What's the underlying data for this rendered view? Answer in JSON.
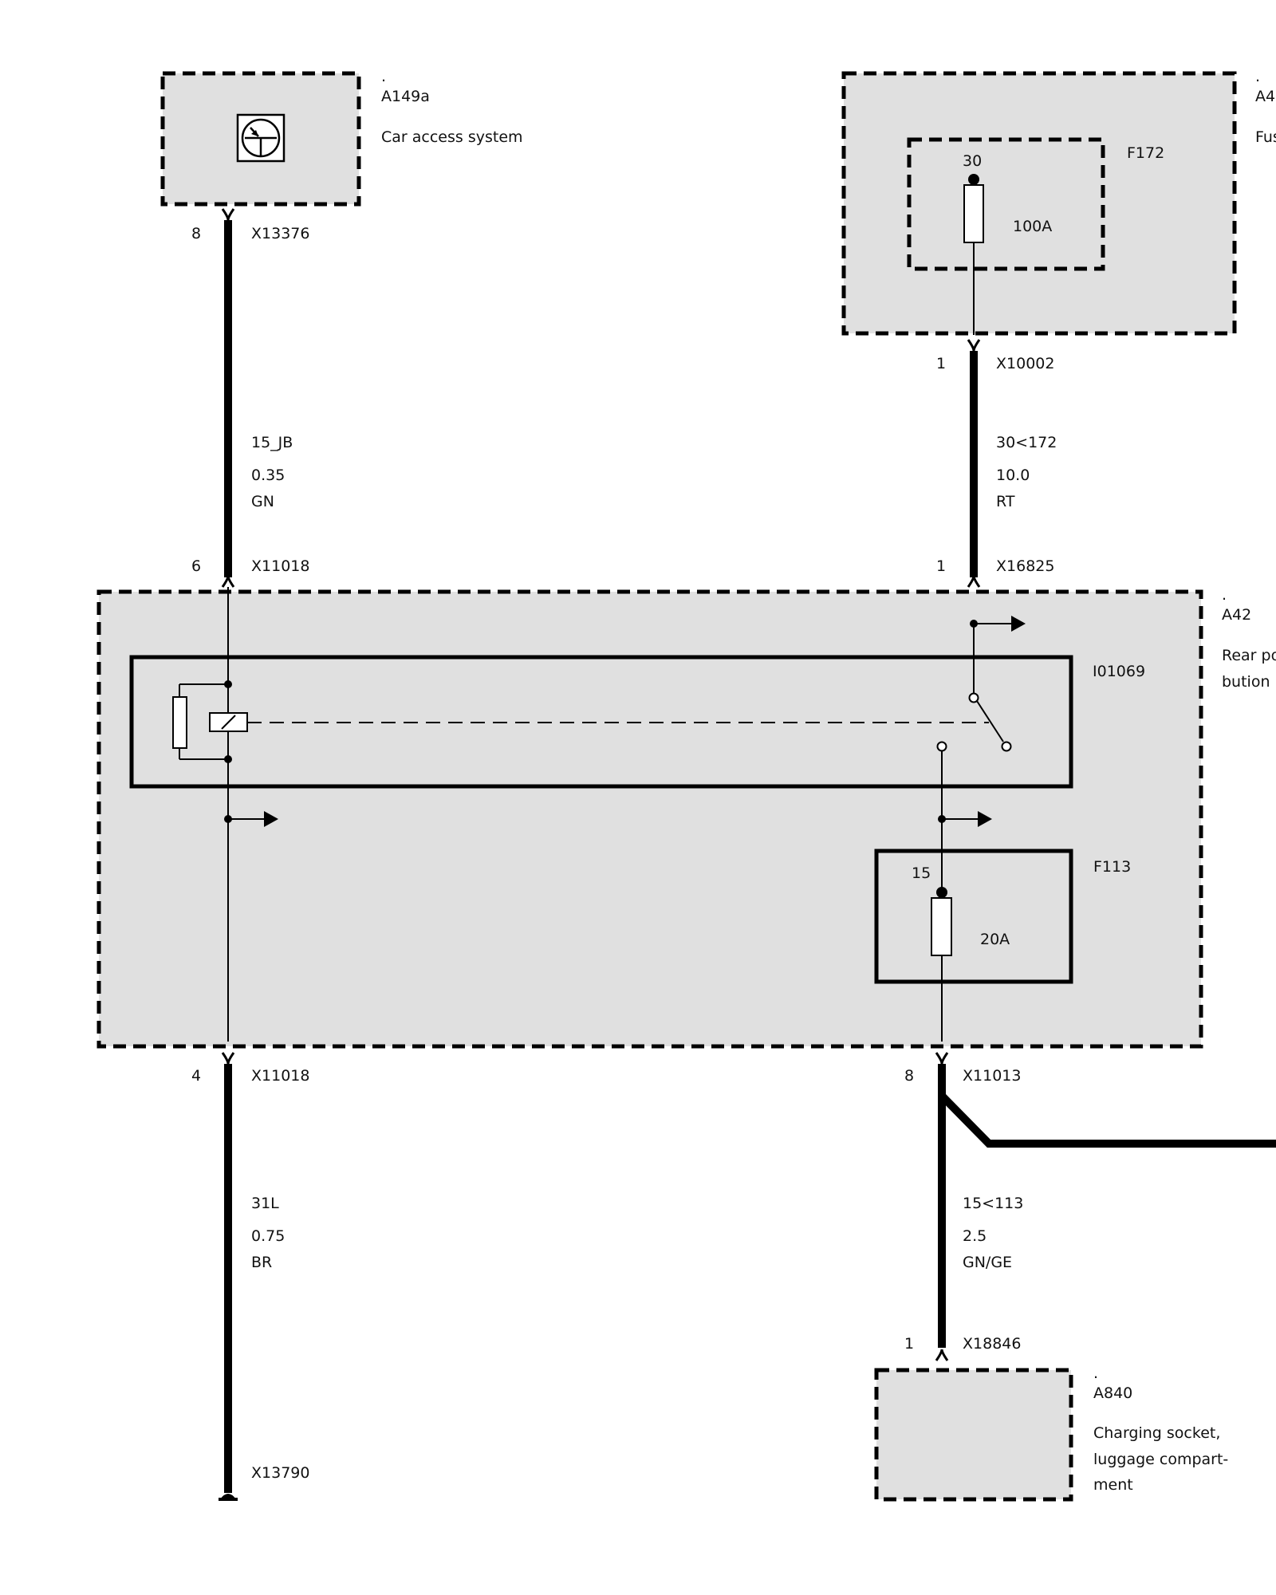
{
  "components": {
    "a149a": {
      "dot": ".",
      "id": "A149a",
      "name": "Car access system"
    },
    "a4x": {
      "dot": ".",
      "id": "A4",
      "name": "Fus"
    },
    "f172": {
      "id": "F172",
      "terminal": "30",
      "rating": "100A"
    },
    "a42": {
      "dot": ".",
      "id": "A42",
      "name_line1": "Rear po",
      "name_line2": "bution l"
    },
    "i01069": {
      "id": "I01069"
    },
    "f113": {
      "id": "F113",
      "terminal": "15",
      "rating": "20A"
    },
    "a840": {
      "dot": ".",
      "id": "A840",
      "name_line1": "Charging socket,",
      "name_line2": "luggage compart-",
      "name_line3": "ment"
    }
  },
  "connectors": {
    "x13376": {
      "pin": "8",
      "id": "X13376"
    },
    "x10002": {
      "pin": "1",
      "id": "X10002"
    },
    "x11018_top": {
      "pin": "6",
      "id": "X11018"
    },
    "x16825": {
      "pin": "1",
      "id": "X16825"
    },
    "x11018_bottom": {
      "pin": "4",
      "id": "X11018"
    },
    "x11013": {
      "pin": "8",
      "id": "X11013"
    },
    "x18846": {
      "pin": "1",
      "id": "X18846"
    },
    "x13790": {
      "id": "X13790"
    }
  },
  "wires": {
    "w15jb": {
      "signal": "15_JB",
      "gauge": "0.35",
      "color": "GN"
    },
    "w30_172": {
      "signal": "30<172",
      "gauge": "10.0",
      "color": "RT"
    },
    "w31l": {
      "signal": "31L",
      "gauge": "0.75",
      "color": "BR"
    },
    "w15_113": {
      "signal": "15<113",
      "gauge": "2.5",
      "color": "GN/GE"
    }
  }
}
